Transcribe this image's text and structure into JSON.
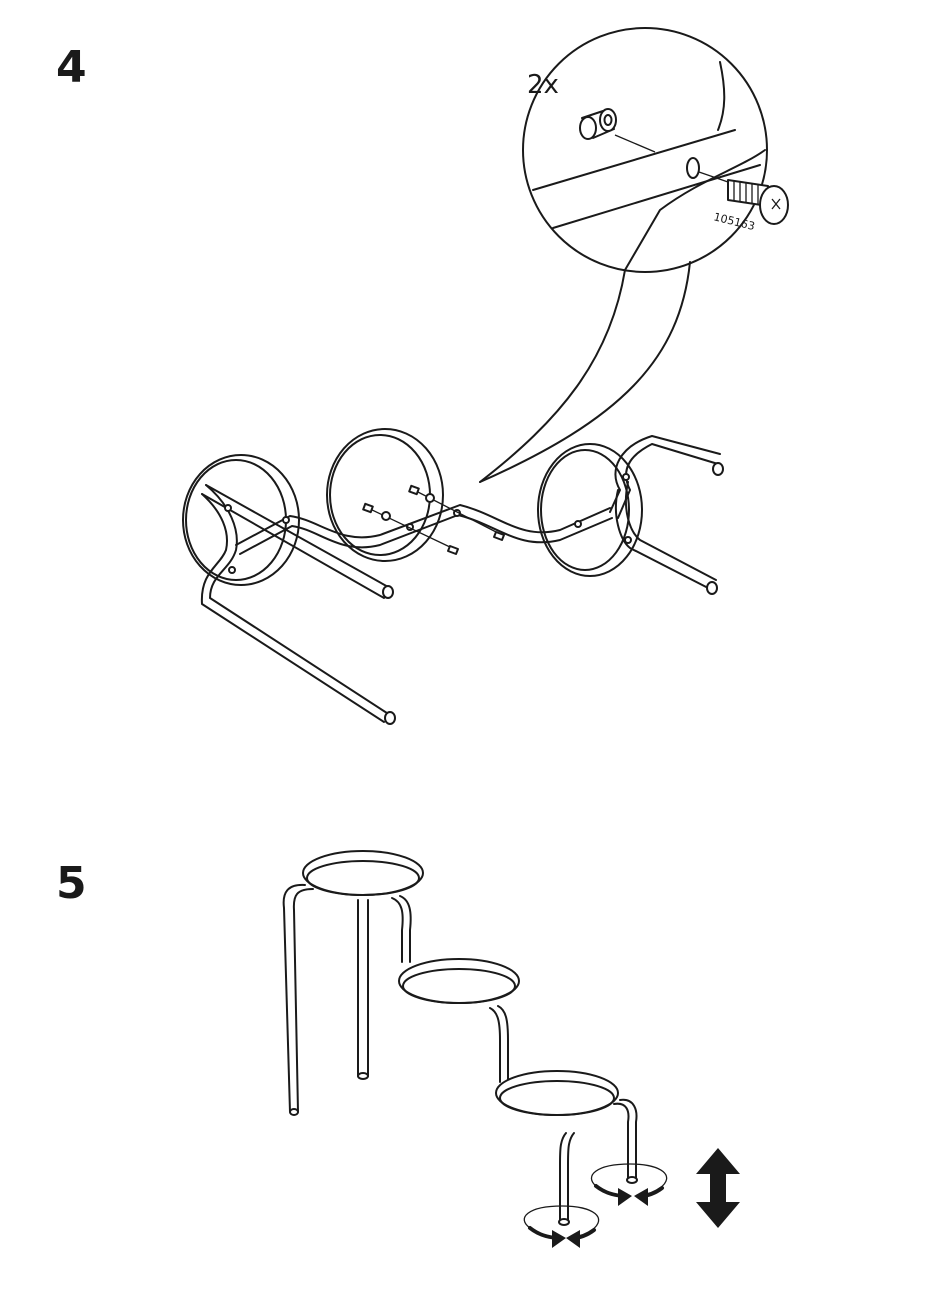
{
  "steps": [
    {
      "number": "4",
      "quantity": "2x",
      "part_number": "105163"
    },
    {
      "number": "5"
    }
  ],
  "icons": {
    "step4_detail": "screw-insert-detail-icon",
    "step5_adjust": "leveling-foot-rotate-icon",
    "step5_height": "up-down-arrow-icon"
  },
  "colors": {
    "ink": "#1a1a1a",
    "paper": "#ffffff"
  }
}
